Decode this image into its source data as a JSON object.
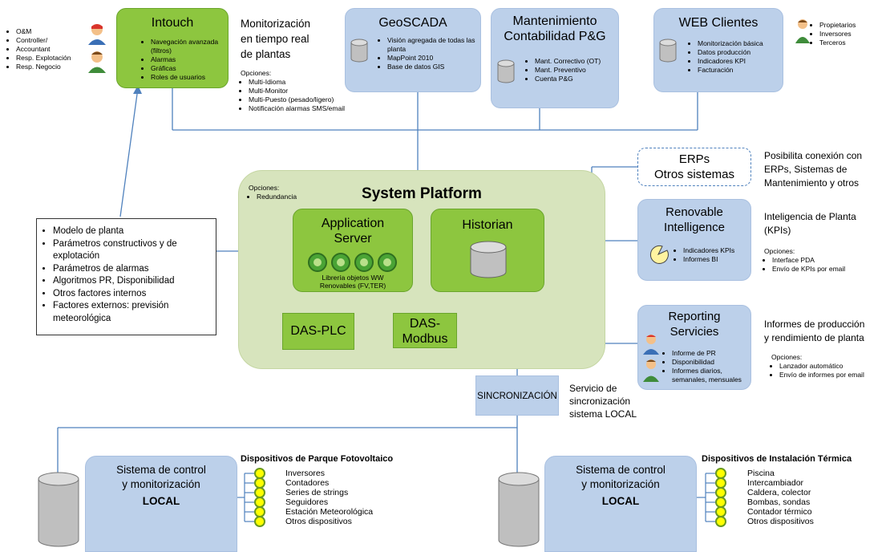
{
  "left_roles": [
    "O&M",
    "Controller/",
    "Accountant",
    "Resp. Explotación",
    "Resp. Negocio"
  ],
  "intouch": {
    "title": "Intouch",
    "items": [
      "Navegación avanzada (filtros)",
      "Alarmas",
      "Gráficas",
      "Roles de usuarios"
    ]
  },
  "monitor": {
    "title_lines": [
      "Monitorización",
      "en tiempo real",
      "de plantas"
    ],
    "options_label": "Opciones:",
    "options": [
      "Multi-Idioma",
      "Multi-Monitor",
      "Multi-Puesto (pesado/ligero)",
      "Notificación alarmas SMS/email"
    ]
  },
  "geoscada": {
    "title": "GeoSCADA",
    "items": [
      "Visión agregada de todas las planta",
      "MapPoint 2010",
      "Base de datos GIS"
    ]
  },
  "mantenimiento": {
    "title_lines": [
      "Mantenimiento",
      "Contabilidad P&G"
    ],
    "items": [
      "Mant. Correctivo (OT)",
      "Mant. Preventivo",
      "Cuenta P&G"
    ]
  },
  "web": {
    "title": "WEB Clientes",
    "items": [
      "Monitorización básica",
      "Datos producción",
      "Indicadores KPI",
      "Facturación"
    ]
  },
  "right_roles": [
    "Propietarios",
    "Inversores",
    "Terceros"
  ],
  "erps": {
    "lines": [
      "ERPs",
      "Otros sistemas"
    ],
    "desc_lines": [
      "Posibilita conexión con",
      "ERPs, Sistemas de",
      "Mantenimiento y otros"
    ]
  },
  "renovable": {
    "title_lines": [
      "Renovable",
      "Intelligence"
    ],
    "items": [
      "Indicadores KPIs",
      "Informes BI"
    ],
    "desc_lines": [
      "Inteligencia de Planta",
      "(KPIs)"
    ],
    "options_label": "Opciones:",
    "options": [
      "Interface PDA",
      "Envío de KPIs por email"
    ]
  },
  "reporting": {
    "title_lines": [
      "Reporting",
      "Servicies"
    ],
    "items": [
      "Informe de PR",
      "Disponibilidad",
      "Informes diarios, semanales, mensuales"
    ],
    "desc_lines": [
      "Informes de producción",
      "y rendimiento de planta"
    ],
    "options_label": "Opciones:",
    "options": [
      "Lanzador automático",
      "Envío de informes por email"
    ]
  },
  "platform": {
    "title": "System Platform",
    "options_label": "Opciones:",
    "options": [
      "Redundancia"
    ],
    "app_server_lines": [
      "Application",
      "Server"
    ],
    "libreria_lines": [
      "Librería objetos  WW",
      "Renovables (FV,TER)"
    ],
    "historian": "Historian",
    "das_plc": "DAS-PLC",
    "das_modbus_lines": [
      "DAS-",
      "Modbus"
    ]
  },
  "model_box": [
    "Modelo de planta",
    "Parámetros constructivos y de explotación",
    "Parámetros de alarmas",
    "Algoritmos PR, Disponibilidad",
    "Otros factores internos",
    "Factores externos: previsión meteorológica"
  ],
  "sync": {
    "label": "SINCRONIZACIÓN",
    "desc_lines": [
      "Servicio de",
      "sincronización",
      "sistema LOCAL"
    ]
  },
  "local_left": {
    "lines": [
      "Sistema  de control",
      "y monitorización"
    ],
    "bold": "LOCAL",
    "devices_title": "Dispositivos de Parque Fotovoltaico",
    "devices": [
      "Inversores",
      "Contadores",
      "Series de strings",
      "Seguidores",
      "Estación Meteorológica",
      "Otros dispositivos"
    ]
  },
  "local_right": {
    "lines": [
      "Sistema  de control",
      "y monitorización"
    ],
    "bold": "LOCAL",
    "devices_title": "Dispositivos de Instalación Térmica",
    "devices": [
      "Piscina",
      "Intercambiador",
      "Caldera, colector",
      "Bombas, sondas",
      "Contador térmico",
      "Otros dispositivos"
    ]
  }
}
